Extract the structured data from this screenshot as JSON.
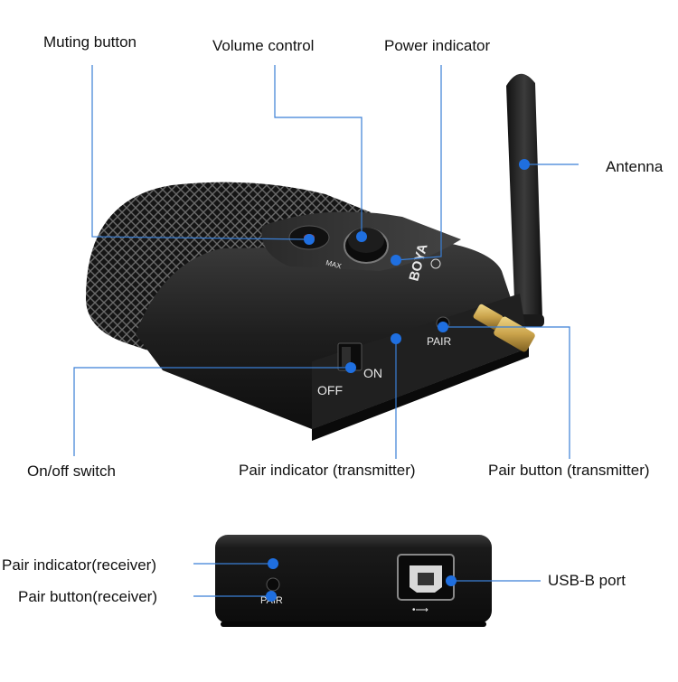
{
  "callouts": {
    "muting_button": "Muting button",
    "volume_control": "Volume control",
    "power_indicator": "Power indicator",
    "antenna": "Antenna",
    "on_off_switch": "On/off switch",
    "pair_indicator_tx": "Pair indicator (transmitter)",
    "pair_button_tx": "Pair button (transmitter)",
    "pair_indicator_rx": "Pair indicator(receiver)",
    "pair_button_rx": "Pair button(receiver)",
    "usb_b_port": "USB-B port"
  },
  "device_text": {
    "brand": "BOYA",
    "off": "OFF",
    "on": "ON",
    "pair": "PAIR",
    "max": "MAX",
    "receiver_pair": "PAIR",
    "usb_symbol": "•⟶"
  },
  "colors": {
    "callout_line": "#3a7fd6",
    "marker": "#1f6fe0",
    "device_body": "#1c1c1c",
    "mesh": "#2a2a2a",
    "brass": "#c9a24a"
  }
}
